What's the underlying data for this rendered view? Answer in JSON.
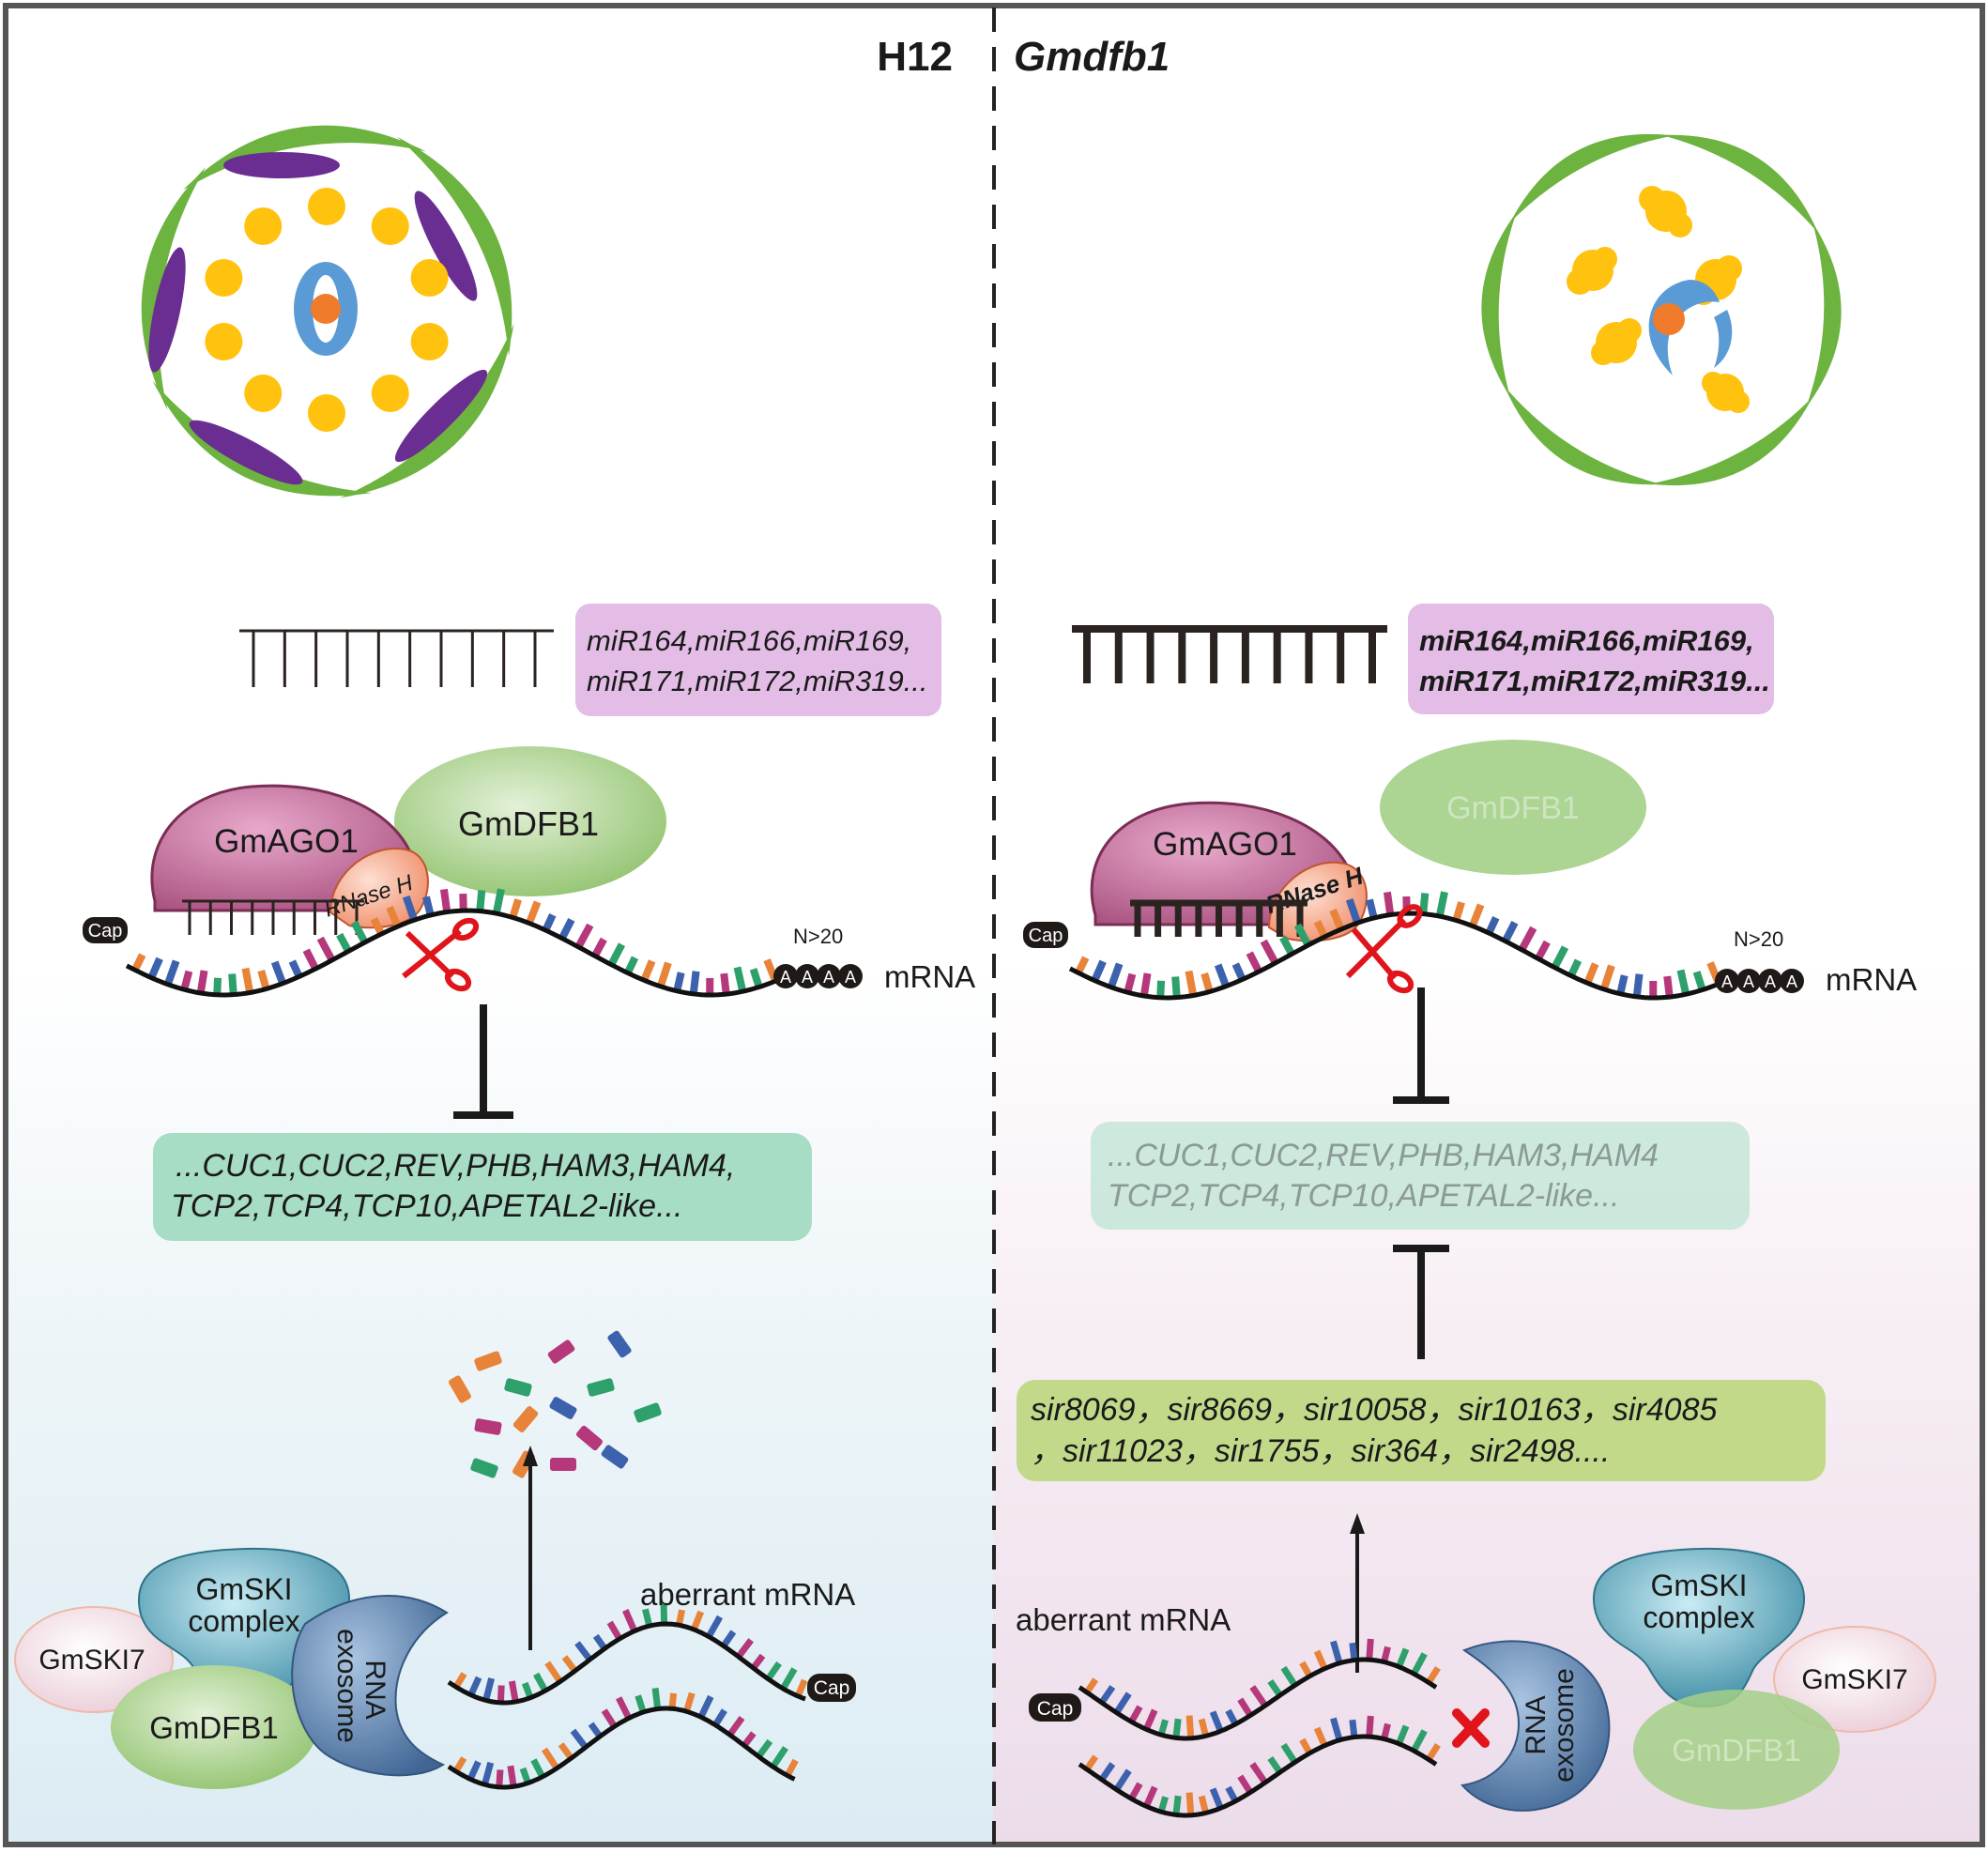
{
  "left": {
    "title": "H12",
    "mirna_box": {
      "line1": "miR164,miR166,miR169,",
      "line2": "miR171,miR172,miR319..."
    },
    "ago1": "GmAGO1",
    "rnase": "RNase H",
    "dfb1": "GmDFB1",
    "cap": "Cap",
    "n20": "N>20",
    "polya": [
      "A",
      "A",
      "A",
      "A"
    ],
    "mrna": "mRNA",
    "targets": {
      "line1": "...CUC1,CUC2,REV,PHB,HAM3,HAM4,",
      "line2": "TCP2,TCP4,TCP10,APETAL2-like..."
    },
    "aberrant": "aberrant mRNA",
    "ski": {
      "line1": "GmSKI",
      "line2": "complex"
    },
    "ski7": "GmSKI7",
    "dfb1_bottom": "GmDFB1",
    "exosome": {
      "line1": "RNA",
      "line2": "exosome"
    },
    "cap2": "Cap"
  },
  "right": {
    "title": "Gmdfb1",
    "mirna_box": {
      "line1": "miR164,miR166,miR169,",
      "line2": "miR171,miR172,miR319..."
    },
    "ago1": "GmAGO1",
    "rnase": "RNase H",
    "dfb1": "GmDFB1",
    "cap": "Cap",
    "n20": "N>20",
    "polya": [
      "A",
      "A",
      "A",
      "A"
    ],
    "mrna": "mRNA",
    "targets": {
      "line1": "...CUC1,CUC2,REV,PHB,HAM3,HAM4",
      "line2": "TCP2,TCP4,TCP10,APETAL2-like..."
    },
    "sirna": {
      "line1": "sir8069，sir8669，sir10058，sir10163，sir4085",
      "line2": "，sir11023，sir1755，sir364，sir2498...."
    },
    "aberrant": "aberrant mRNA",
    "cap2": "Cap",
    "exosome": {
      "line1": "RNA",
      "line2": "exosome"
    },
    "ski": {
      "line1": "GmSKI",
      "line2": "complex"
    },
    "ski7": "GmSKI7",
    "dfb1_bottom": "GmDFB1"
  },
  "colors": {
    "sepal": "#6db33f",
    "petal": "#6a2d91",
    "stamen": "#ffc20e",
    "carpel": "#5b9bd5",
    "ovule": "#f07b2a",
    "ago1": "#a8507f",
    "dfb1": "#8cc068",
    "ski": "#3a8aa3",
    "exosome": "#4f74a3",
    "mirna_box": "#e3bde6",
    "target_box": "#a7dcc5",
    "sirna_box": "#c2d98a",
    "base_colors": [
      "#e8833a",
      "#2da06b",
      "#b5387a",
      "#3c62ad"
    ]
  }
}
